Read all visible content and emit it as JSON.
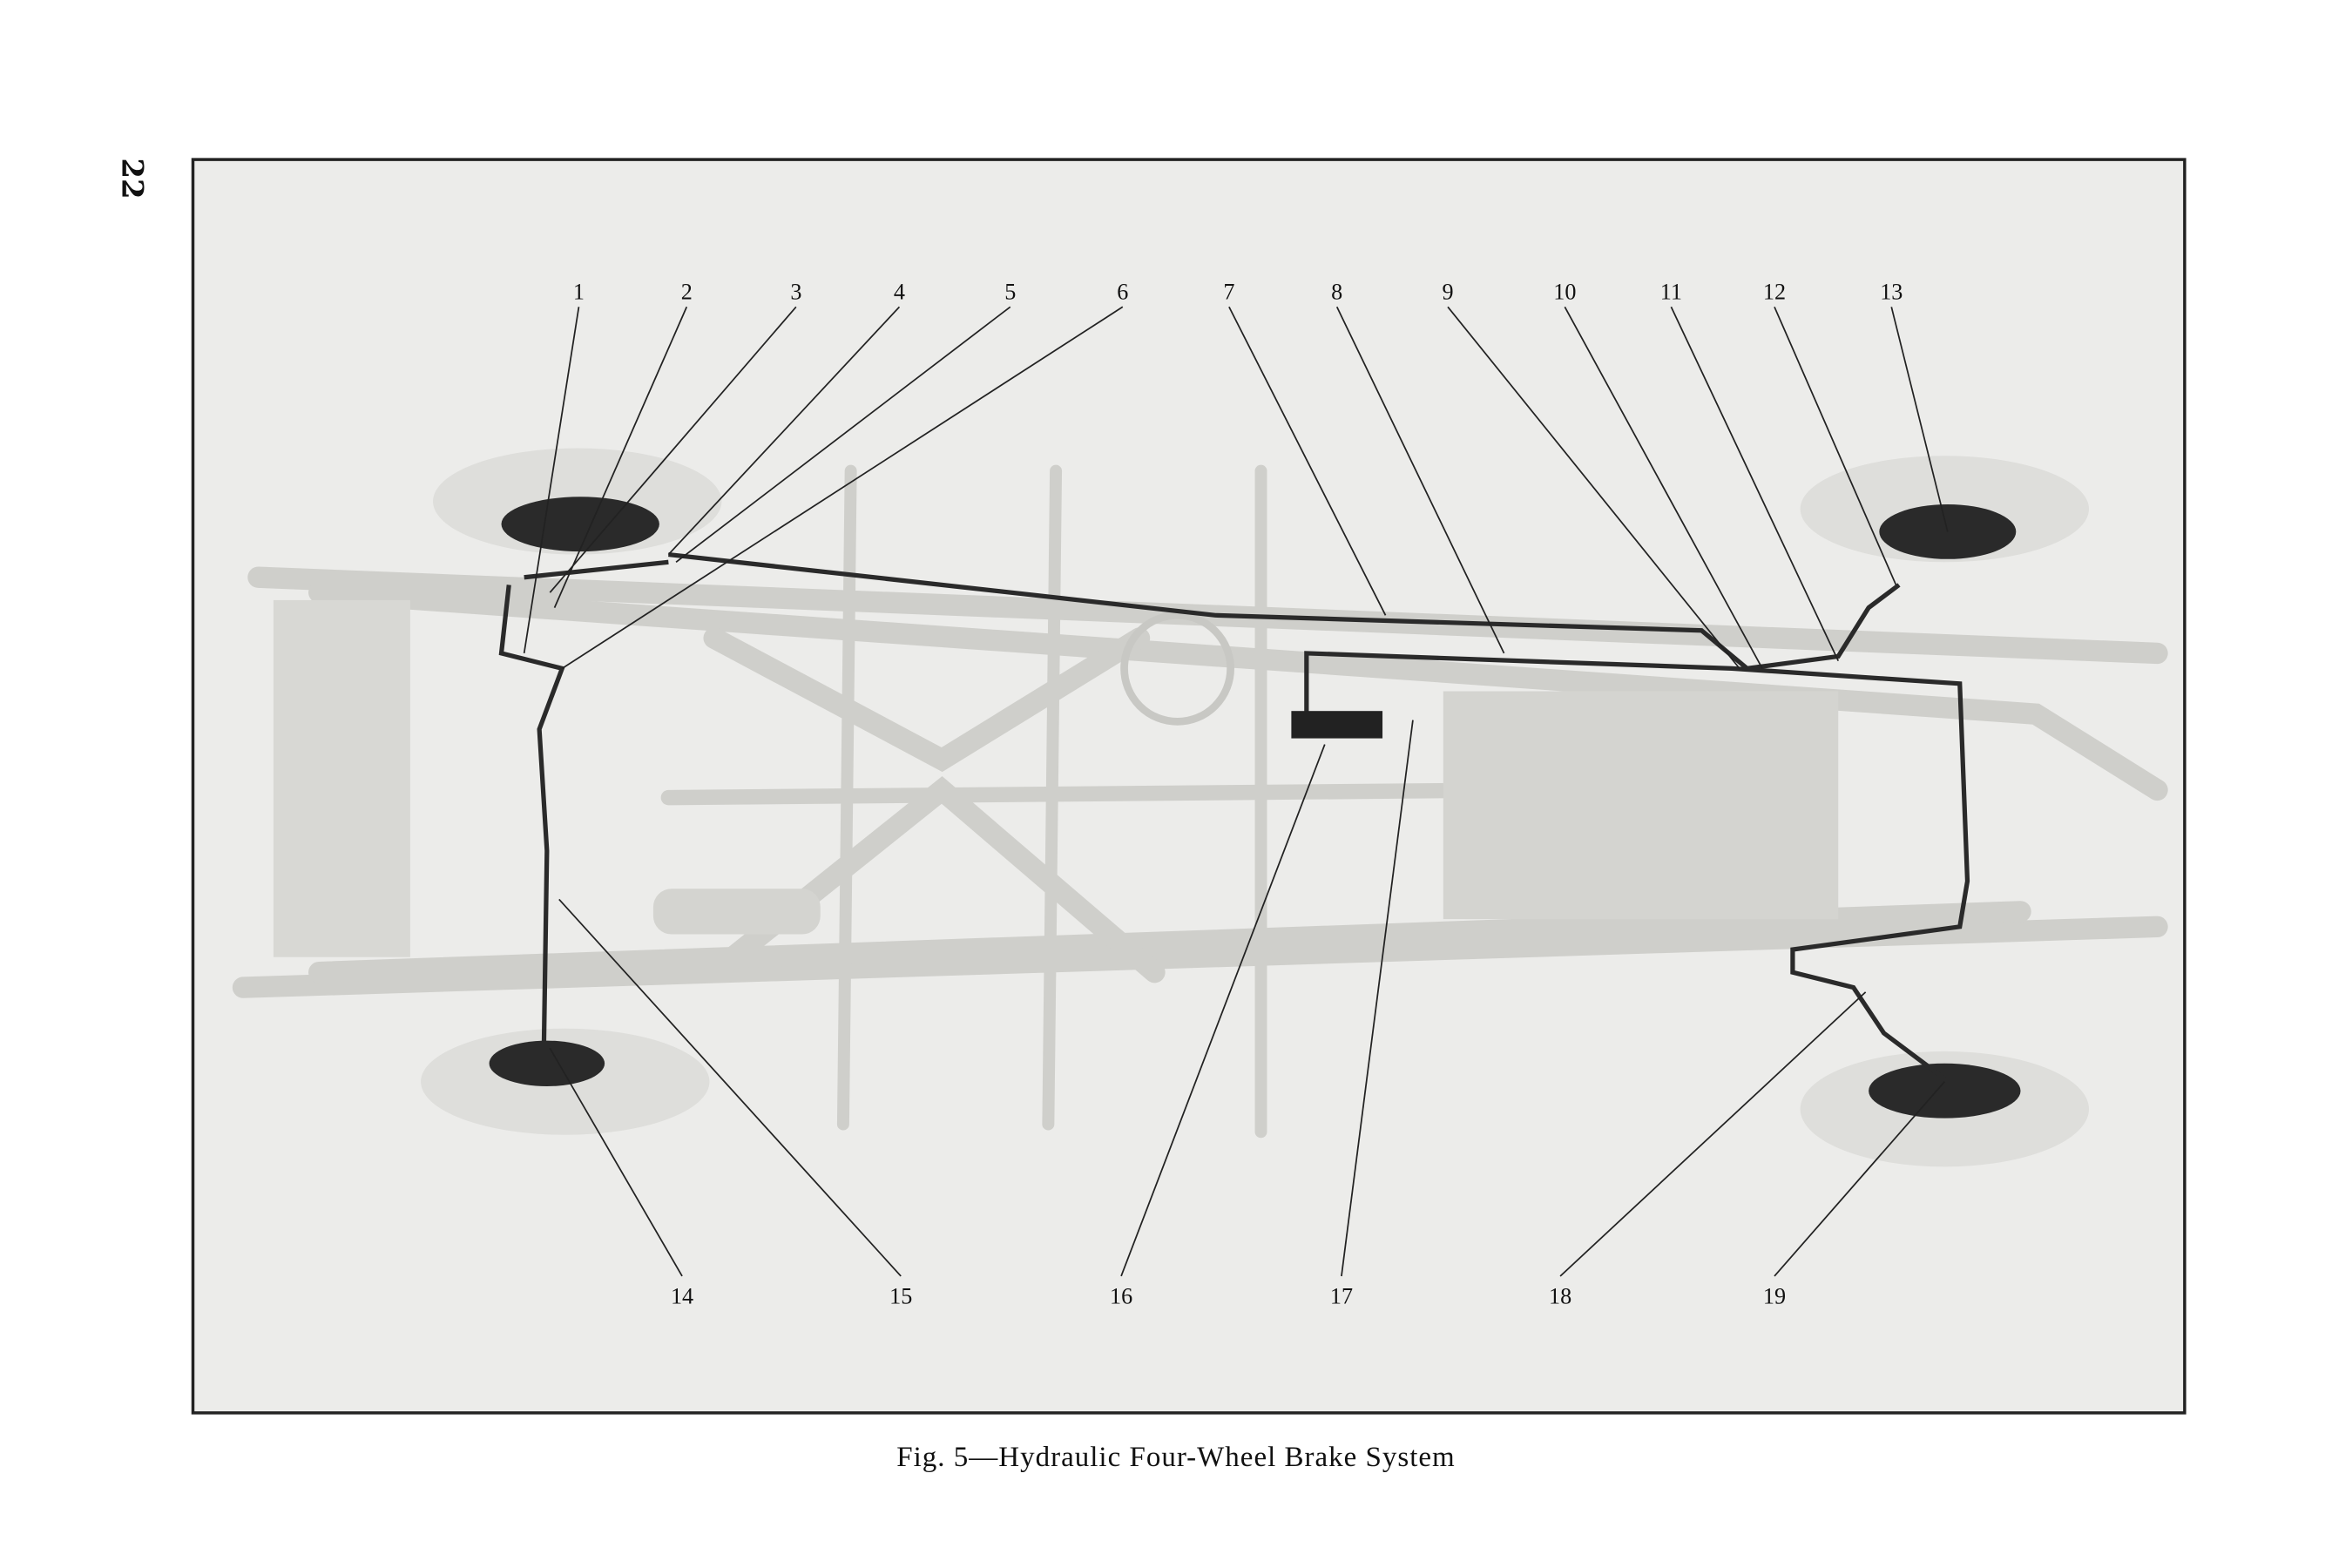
{
  "page_number": "22",
  "figure": {
    "caption": "Fig. 5—Hydraulic Four-Wheel Brake System",
    "callouts_top": [
      "1",
      "2",
      "3",
      "4",
      "5",
      "6",
      "7",
      "8",
      "9",
      "10",
      "11",
      "12",
      "13"
    ],
    "callouts_bottom": [
      "14",
      "15",
      "16",
      "17",
      "18",
      "19"
    ]
  }
}
